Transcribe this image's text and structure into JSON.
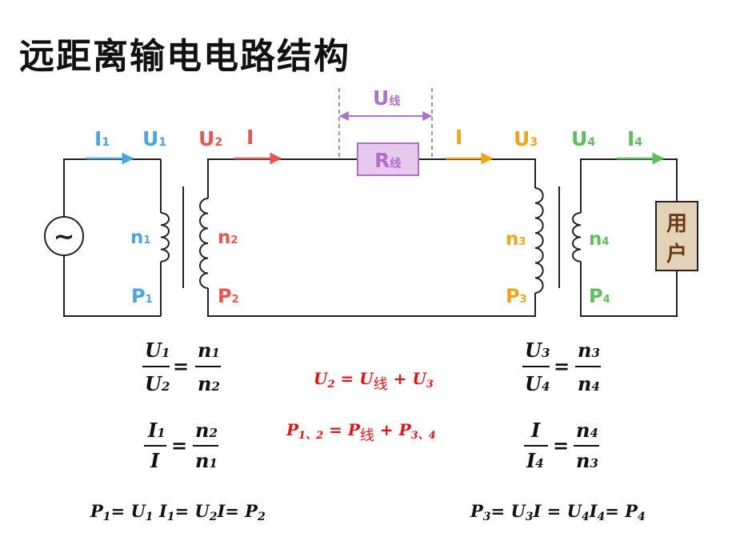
{
  "title": "远距离输电电路结构",
  "colors": {
    "wire": "#222222",
    "blue": "#4aa6e0",
    "red": "#e8554e",
    "orange": "#f5a21b",
    "green": "#5bbf5b",
    "purple": "#b070c8",
    "resistor_fill": "#e7c8ee",
    "user_fill": "#e2d2b8",
    "user_text": "#6b3a10",
    "eq_black": "#111111",
    "eq_red": "#e81010"
  },
  "labels": {
    "I1": {
      "main": "I",
      "sub": "1"
    },
    "U1": {
      "main": "U",
      "sub": "1"
    },
    "U2": {
      "main": "U",
      "sub": "2"
    },
    "I_left": {
      "main": "I"
    },
    "U_line": {
      "main": "U",
      "sub": "线"
    },
    "R_line": {
      "main": "R",
      "sub": "线"
    },
    "I_right": {
      "main": "I"
    },
    "U3": {
      "main": "U",
      "sub": "3"
    },
    "U4": {
      "main": "U",
      "sub": "4"
    },
    "I4": {
      "main": "I",
      "sub": "4"
    },
    "n1": {
      "main": "n",
      "sub": "1"
    },
    "n2": {
      "main": "n",
      "sub": "2"
    },
    "n3": {
      "main": "n",
      "sub": "3"
    },
    "n4": {
      "main": "n",
      "sub": "4"
    },
    "P1": {
      "main": "P",
      "sub": "1"
    },
    "P2": {
      "main": "P",
      "sub": "2"
    },
    "P3": {
      "main": "P",
      "sub": "3"
    },
    "P4": {
      "main": "P",
      "sub": "4"
    },
    "source": "~",
    "user": [
      "用",
      "户"
    ]
  },
  "equations": {
    "frac1": {
      "ln": "U",
      "lns": "1",
      "ld": "U",
      "lds": "2",
      "rn": "n",
      "rns": "1",
      "rd": "n",
      "rds": "2"
    },
    "frac2": {
      "ln": "I",
      "lns": "1",
      "ld": "I",
      "lds": "",
      "rn": "n",
      "rns": "2",
      "rd": "n",
      "rds": "1"
    },
    "frac3": {
      "ln": "U",
      "lns": "3",
      "ld": "U",
      "lds": "4",
      "rn": "n",
      "rns": "3",
      "rd": "n",
      "rds": "4"
    },
    "frac4": {
      "ln": "I",
      "lns": "",
      "ld": "I",
      "lds": "4",
      "rn": "n",
      "rns": "4",
      "rd": "n",
      "rds": "3"
    },
    "eq_u": {
      "a": "U",
      "as": "2",
      "op1": " = ",
      "b": "U",
      "bs": "线",
      "op2": " + ",
      "c": "U",
      "cs": "3"
    },
    "eq_p": {
      "a": "P",
      "as": "1、2",
      "op1": " = ",
      "b": "P",
      "bs": "线",
      "op2": " + ",
      "c": "P",
      "cs": "3、4"
    },
    "power_left": [
      {
        "t": "P",
        "s": "1"
      },
      {
        "t": "= ",
        "s": ""
      },
      {
        "t": "U",
        "s": "1"
      },
      {
        "t": " I",
        "s": "1"
      },
      {
        "t": "= ",
        "s": ""
      },
      {
        "t": "U",
        "s": "2"
      },
      {
        "t": "I= ",
        "s": ""
      },
      {
        "t": "P",
        "s": "2"
      }
    ],
    "power_right": [
      {
        "t": "P",
        "s": "3"
      },
      {
        "t": "= ",
        "s": ""
      },
      {
        "t": "U",
        "s": "3"
      },
      {
        "t": "I = ",
        "s": ""
      },
      {
        "t": "U",
        "s": "4"
      },
      {
        "t": "I",
        "s": "4"
      },
      {
        "t": "= ",
        "s": ""
      },
      {
        "t": "P",
        "s": "4"
      }
    ]
  }
}
